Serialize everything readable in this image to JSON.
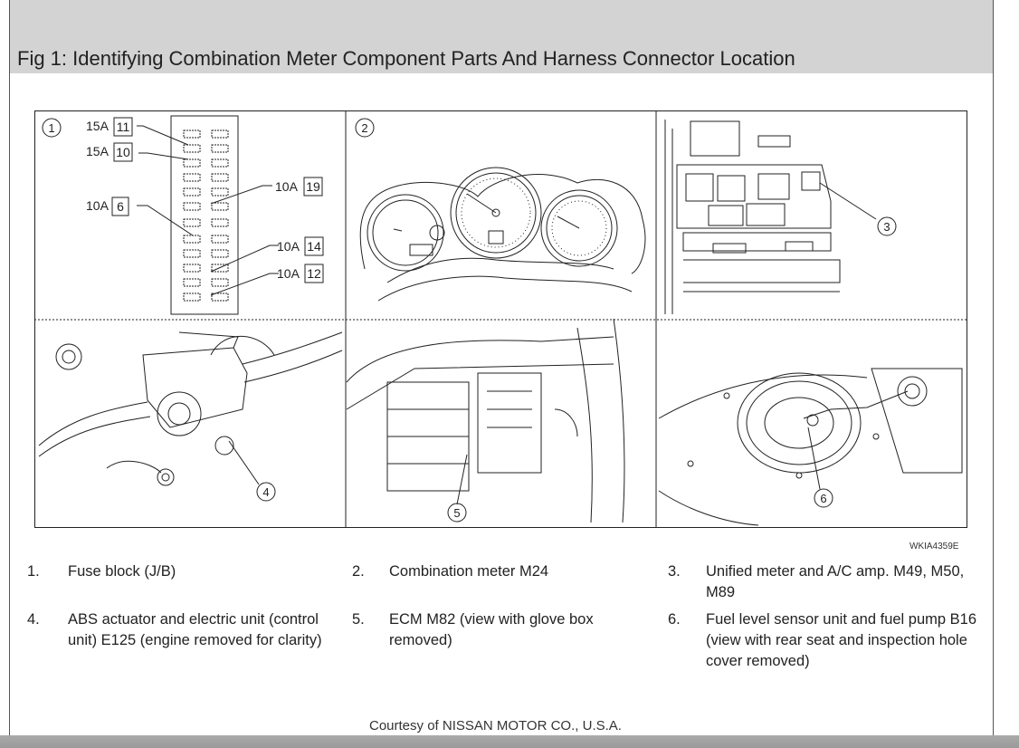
{
  "title": "Fig 1: Identifying Combination Meter Component Parts And Harness Connector Location",
  "figure_code": "WKIA4359E",
  "panels": [
    "1",
    "2",
    "3",
    "4",
    "5",
    "6"
  ],
  "fuses": [
    {
      "amp": "15A",
      "num": "11"
    },
    {
      "amp": "15A",
      "num": "10"
    },
    {
      "amp": "10A",
      "num": "6"
    },
    {
      "amp": "10A",
      "num": "19"
    },
    {
      "amp": "10A",
      "num": "14"
    },
    {
      "amp": "10A",
      "num": "12"
    }
  ],
  "legend": [
    {
      "num": "1.",
      "text": "Fuse block (J/B)"
    },
    {
      "num": "2.",
      "text": "Combination meter M24"
    },
    {
      "num": "3.",
      "text": "Unified meter and A/C amp. M49, M50, M89"
    },
    {
      "num": "4.",
      "text": "ABS actuator and electric unit (control unit) E125 (engine removed for clarity)"
    },
    {
      "num": "5.",
      "text": "ECM M82 (view with glove box removed)"
    },
    {
      "num": "6.",
      "text": "Fuel level sensor unit and fuel pump B16 (view with rear seat and inspection hole cover removed)"
    }
  ],
  "courtesy": "Courtesy of NISSAN MOTOR CO., U.S.A."
}
